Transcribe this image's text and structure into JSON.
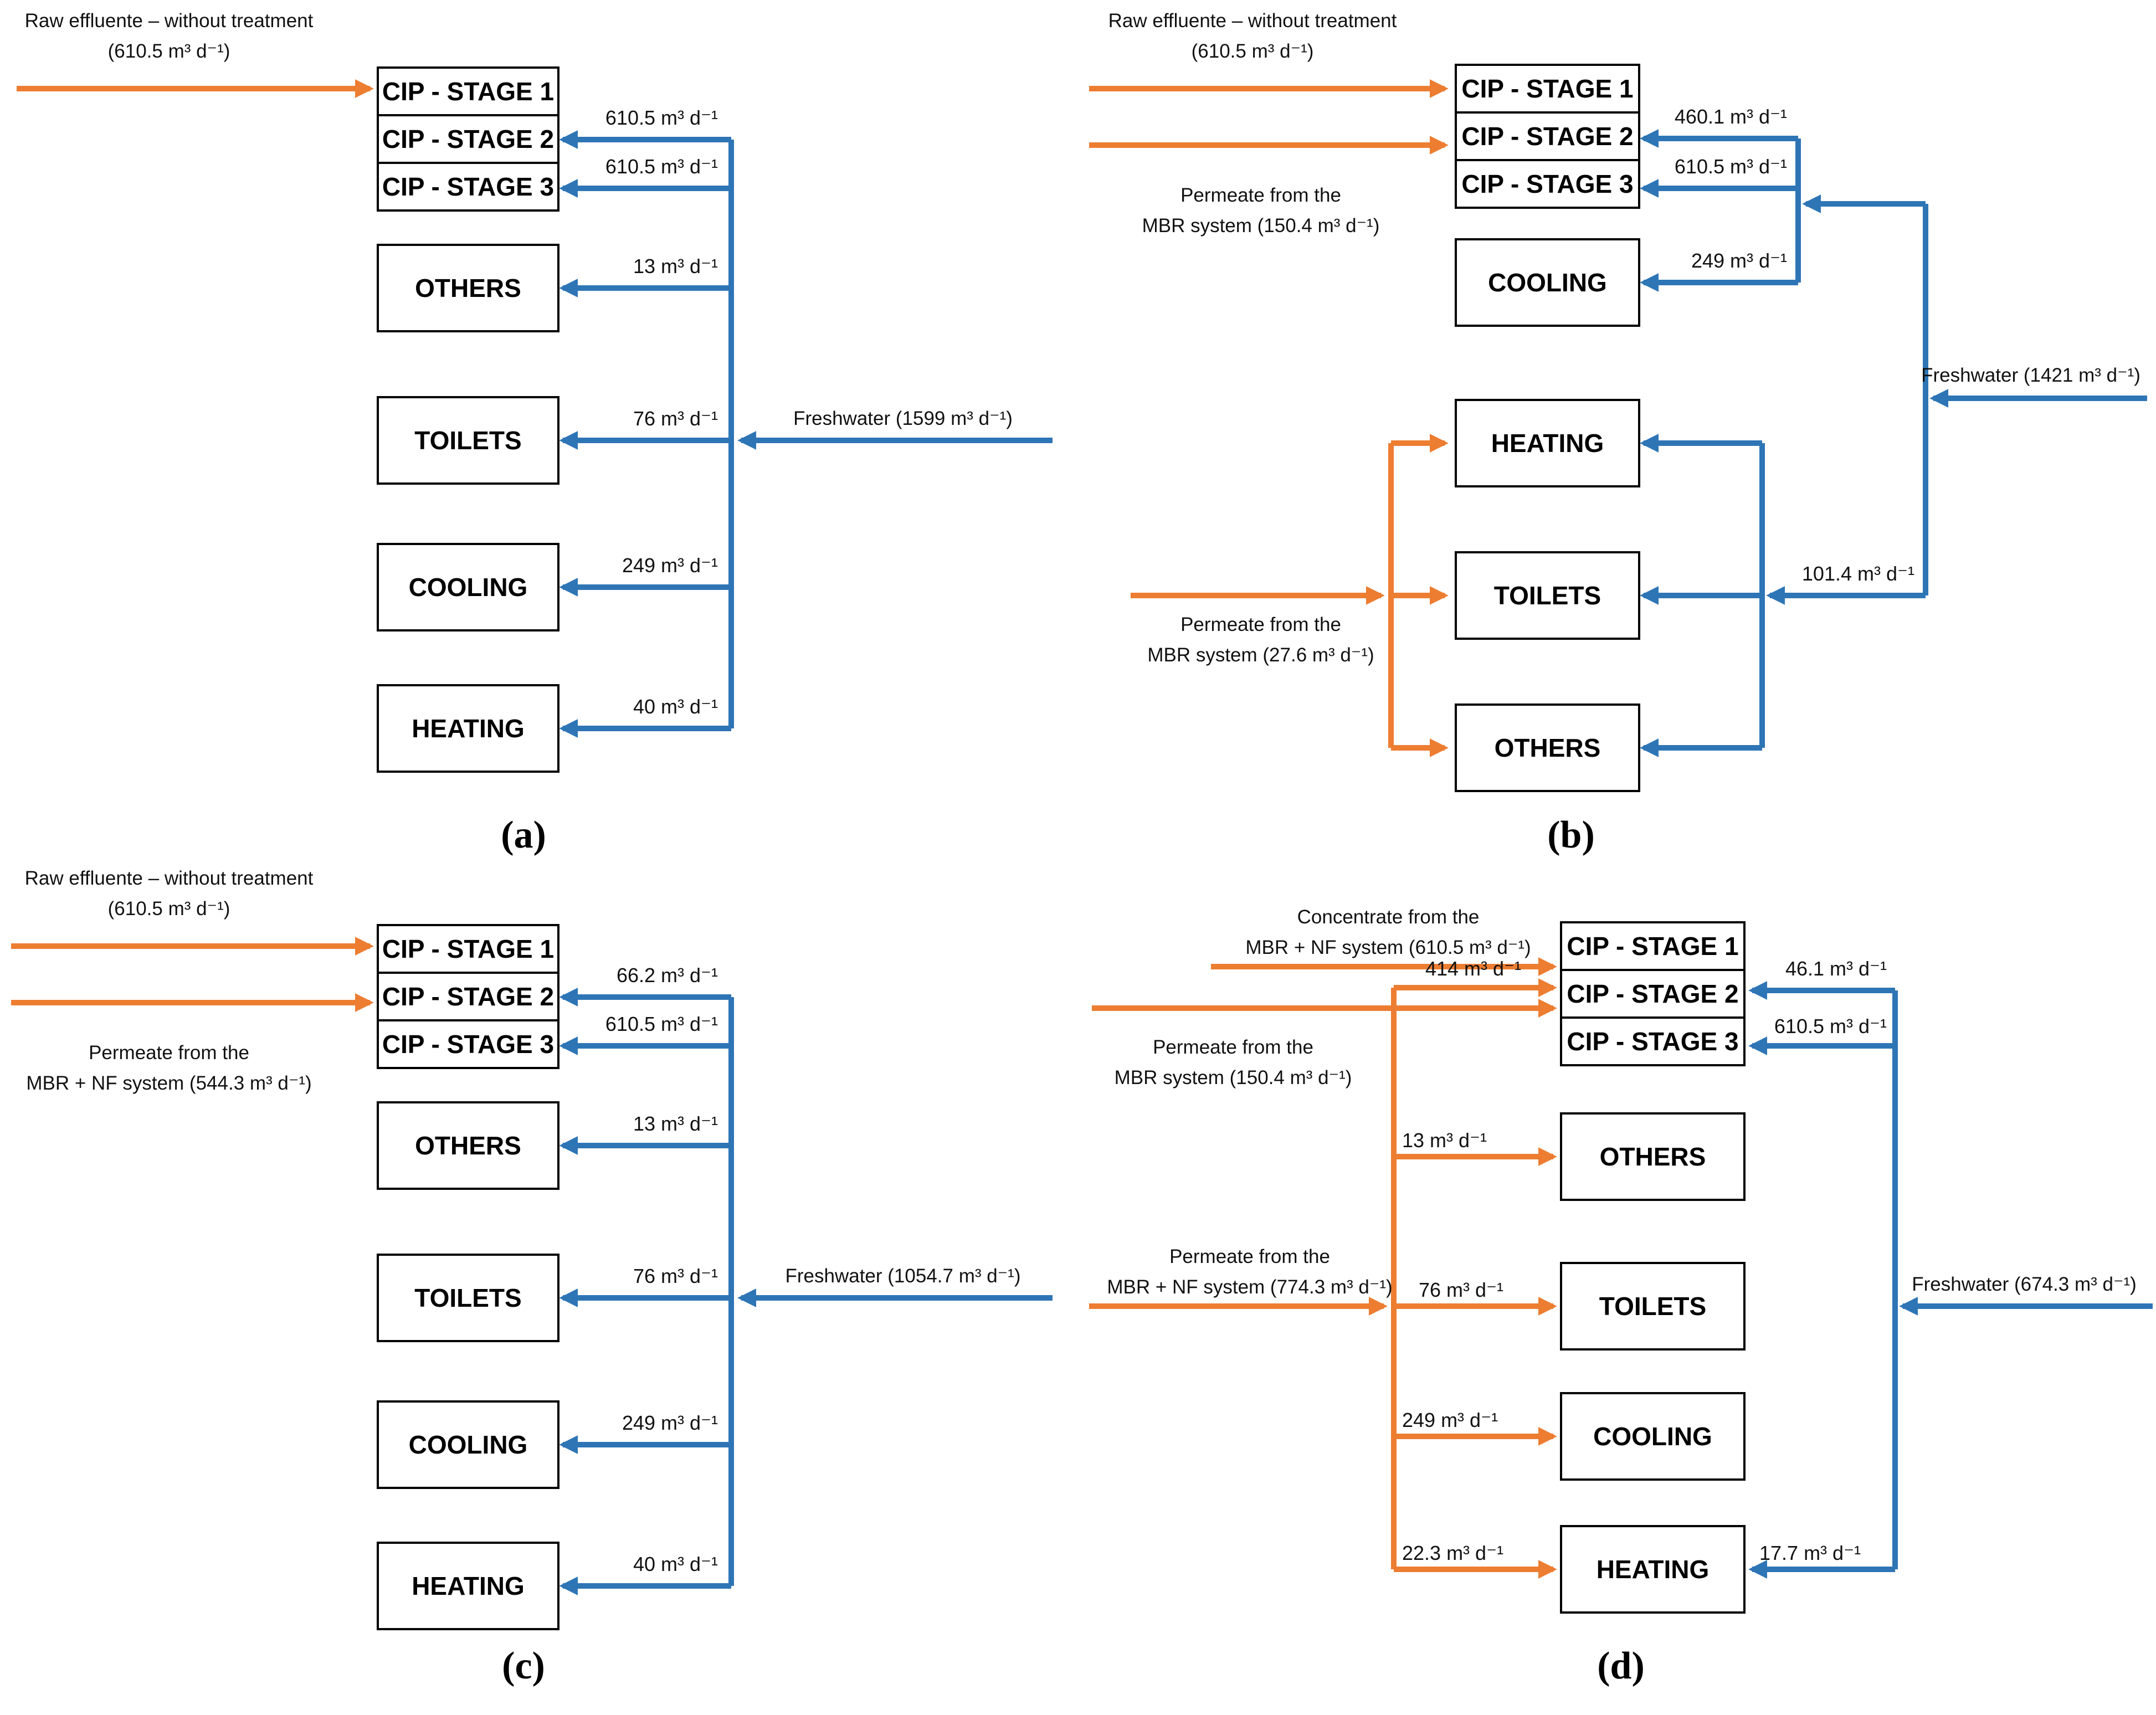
{
  "colors": {
    "orange": "#ED7D31",
    "blue": "#2E75B6",
    "box_border": "#000000"
  },
  "box_labels": {
    "cip1": "CIP - STAGE 1",
    "cip2": "CIP - STAGE 2",
    "cip3": "CIP - STAGE 3",
    "others": "OTHERS",
    "toilets": "TOILETS",
    "cooling": "COOLING",
    "heating": "HEATING"
  },
  "panel_a": {
    "letter": "(a)",
    "source_raw_line1": "Raw effluente – without treatment",
    "source_raw_line2": "(610.5 m³ d⁻¹)",
    "freshwater": "Freshwater (1599 m³ d⁻¹)",
    "flow_cip2": "610.5 m³ d⁻¹",
    "flow_cip3": "610.5 m³ d⁻¹",
    "flow_others": "13 m³ d⁻¹",
    "flow_toilets": "76 m³ d⁻¹",
    "flow_cooling": "249 m³ d⁻¹",
    "flow_heating": "40 m³ d⁻¹"
  },
  "panel_b": {
    "letter": "(b)",
    "source_raw_line1": "Raw effluente – without treatment",
    "source_raw_line2": "(610.5 m³ d⁻¹)",
    "source_mbr_cip_line1": "Permeate from the",
    "source_mbr_cip_line2": "MBR system (150.4 m³ d⁻¹)",
    "source_mbr_dom_line1": "Permeate from the",
    "source_mbr_dom_line2": "MBR system (27.6 m³ d⁻¹)",
    "freshwater": "Freshwater (1421 m³ d⁻¹)",
    "flow_cip2": "460.1 m³ d⁻¹",
    "flow_cip3": "610.5 m³ d⁻¹",
    "flow_cooling": "249 m³ d⁻¹",
    "flow_toilets": "101.4 m³ d⁻¹"
  },
  "panel_c": {
    "letter": "(c)",
    "source_raw_line1": "Raw effluente – without treatment",
    "source_raw_line2": "(610.5 m³ d⁻¹)",
    "source_mbrnf_line1": "Permeate from the",
    "source_mbrnf_line2": "MBR + NF system (544.3 m³ d⁻¹)",
    "freshwater": "Freshwater (1054.7 m³ d⁻¹)",
    "flow_cip2": "66.2 m³ d⁻¹",
    "flow_cip3": "610.5 m³ d⁻¹",
    "flow_others": "13 m³ d⁻¹",
    "flow_toilets": "76 m³ d⁻¹",
    "flow_cooling": "249 m³ d⁻¹",
    "flow_heating": "40 m³ d⁻¹"
  },
  "panel_d": {
    "letter": "(d)",
    "source_conc_line1": "Concentrate from the",
    "source_conc_line2": "MBR + NF system (610.5 m³ d⁻¹)",
    "source_mbr_line1": "Permeate from the",
    "source_mbr_line2": "MBR system (150.4 m³ d⁻¹)",
    "source_mbrnf_line1": "Permeate from the",
    "source_mbrnf_line2": "MBR + NF system (774.3 m³ d⁻¹)",
    "freshwater": "Freshwater (674.3 m³ d⁻¹)",
    "flow_cip2_orange": "414 m³ d⁻¹",
    "flow_others": "13 m³ d⁻¹",
    "flow_toilets": "76 m³ d⁻¹",
    "flow_cooling": "249 m³ d⁻¹",
    "flow_heating_orange": "22.3 m³ d⁻¹",
    "flow_cip2_blue": "46.1 m³ d⁻¹",
    "flow_cip3_blue": "610.5 m³ d⁻¹",
    "flow_heating_blue": "17.7 m³ d⁻¹"
  }
}
